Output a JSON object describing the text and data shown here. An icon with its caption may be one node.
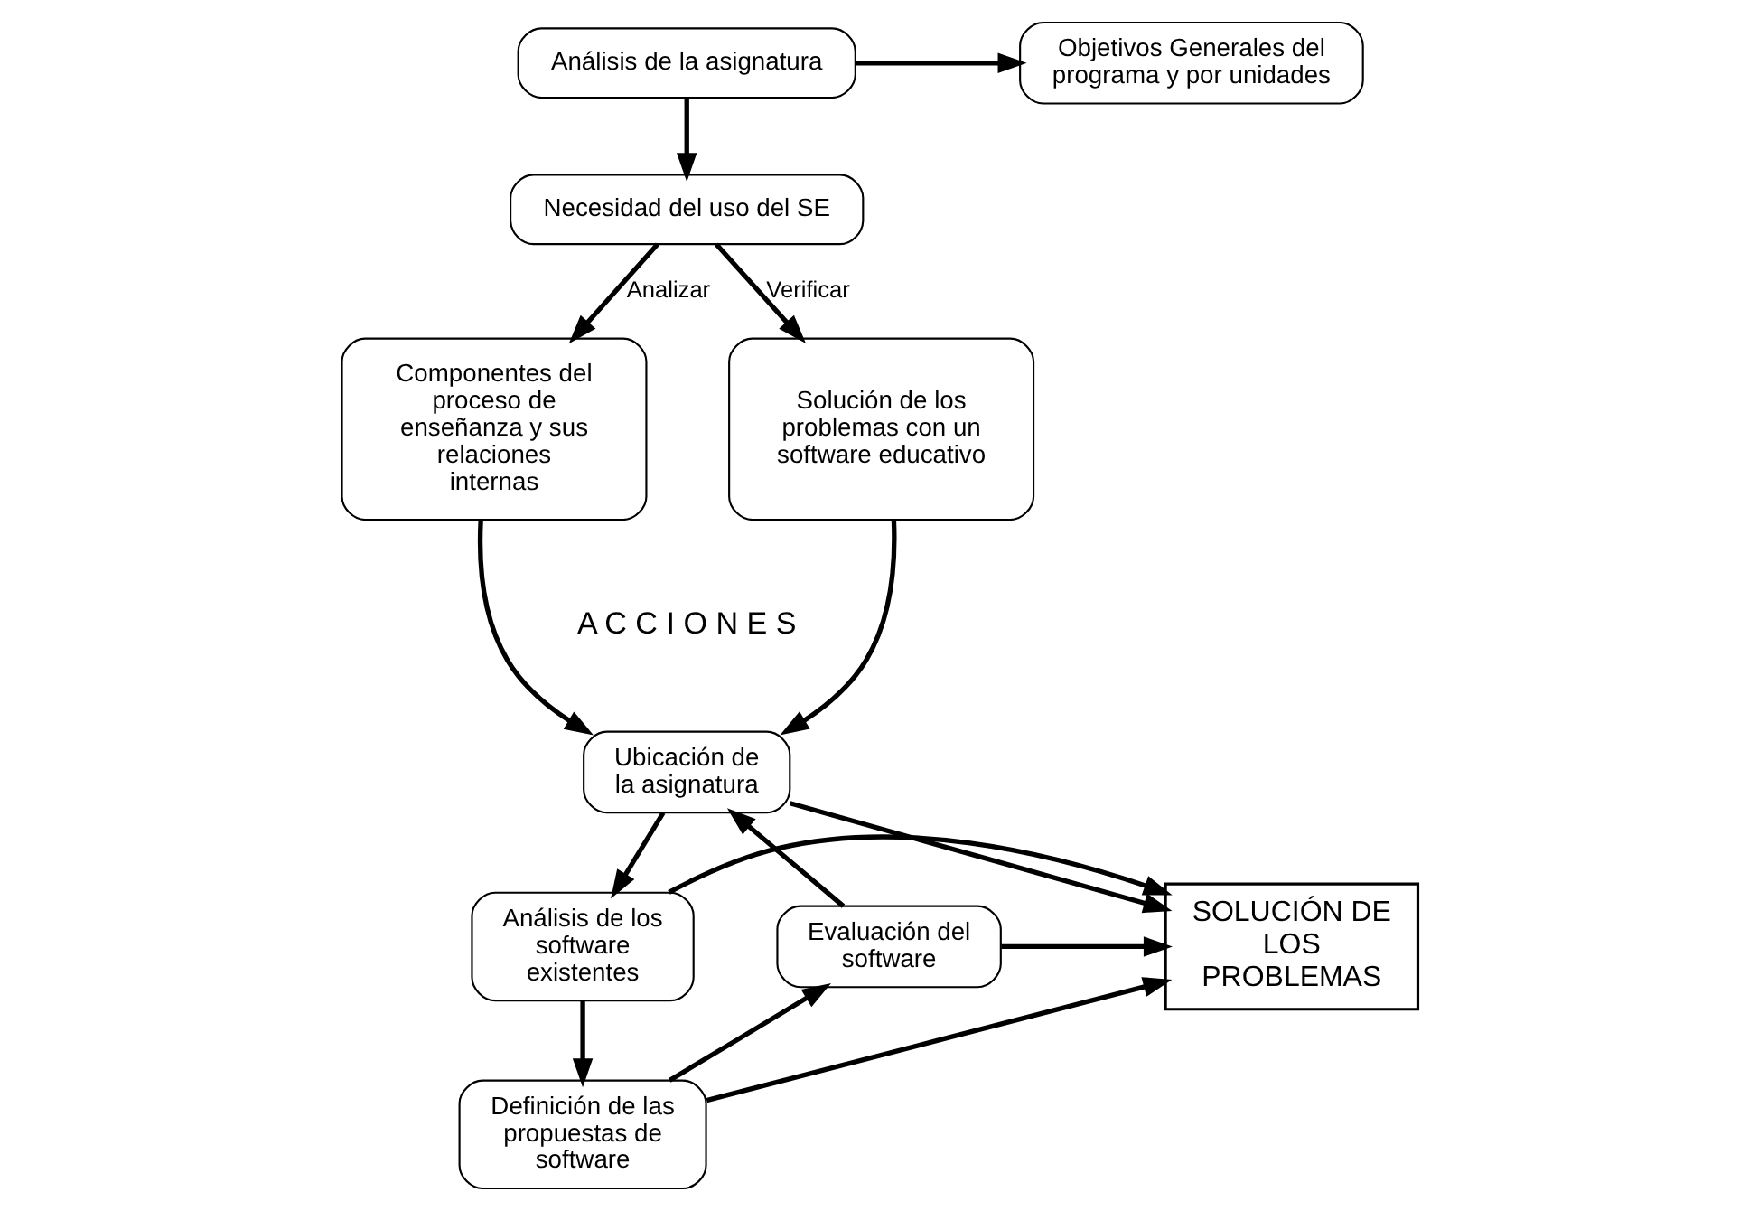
{
  "diagram": {
    "nodes": [
      {
        "text": [
          "Análisis de la asignatura"
        ]
      },
      {
        "text": [
          "Objetivos Generales del programa y por unidades"
        ]
      },
      {
        "text": [
          "Necesidad del uso del SE"
        ]
      },
      {
        "text": [
          "Componentes del proceso de enseñanza y sus relaciones internas"
        ]
      },
      {
        "text": [
          "Solución de los problemas con un software educativo"
        ]
      },
      {
        "text": [
          "Ubicación de la asignatura"
        ]
      },
      {
        "text": [
          "Análisis de los software existentes"
        ]
      },
      {
        "text": [
          "SOLUCIÓN DE LOS PROBLEMAS"
        ]
      },
      {
        "text": [
          "Evaluación del software"
        ]
      },
      {
        "text": [
          "Definición de las propuestas de software"
        ]
      }
    ],
    "edges": [
      {
        "from": 0,
        "to": 1,
        "arrow": "to"
      },
      {
        "from": 0,
        "to": 2,
        "arrow": "to"
      },
      {
        "from": 2,
        "to": 3,
        "arrow": "to",
        "label": "Analizar"
      },
      {
        "from": 2,
        "to": 4,
        "arrow": "to",
        "label": "Verificar"
      },
      {
        "from": 3,
        "to": 5,
        "arrow": "to"
      },
      {
        "from": 4,
        "to": 5,
        "arrow": "to"
      },
      {
        "from": 5,
        "to": 6,
        "arrow": "to"
      },
      {
        "from": 6,
        "to": 9,
        "arrow": "to"
      },
      {
        "from": 9,
        "to": 8,
        "arrow": "to"
      },
      {
        "from": 8,
        "to": 5,
        "arrow": "to"
      },
      {
        "from": 5,
        "to": 7,
        "arrow": "to"
      },
      {
        "from": 6,
        "to": 7,
        "arrow": "to"
      },
      {
        "from": 8,
        "to": 7,
        "arrow": "to"
      },
      {
        "from": 9,
        "to": 7,
        "arrow": "to"
      }
    ],
    "labels": [
      "A C C I O N E S"
    ]
  }
}
